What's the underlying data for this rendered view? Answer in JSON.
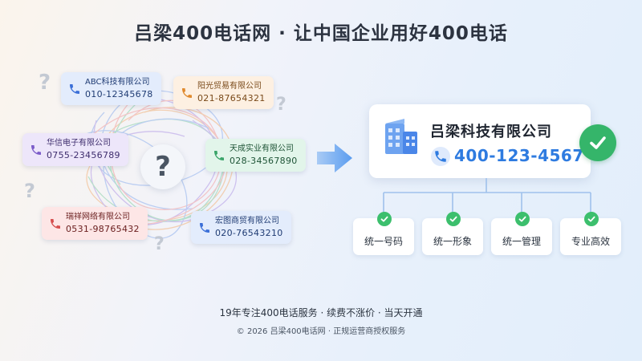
{
  "title": "吕梁400电话网 · 让中国企业用好400电话",
  "question_mark": "?",
  "cards": [
    {
      "name": "ABC科技有限公司",
      "phone": "010-12345678",
      "bg": "#e3ecfc",
      "text": "#1f3b73",
      "icon": "#3b6fd8"
    },
    {
      "name": "阳光贸易有限公司",
      "phone": "021-87654321",
      "bg": "#fdf0e2",
      "text": "#7a4a1a",
      "icon": "#e08a2e"
    },
    {
      "name": "华信电子有限公司",
      "phone": "0755-23456789",
      "bg": "#ede6fa",
      "text": "#3f2e6e",
      "icon": "#7b5cc9"
    },
    {
      "name": "天成实业有限公司",
      "phone": "028-34567890",
      "bg": "#e2f5ea",
      "text": "#1e5436",
      "icon": "#3ba56a"
    },
    {
      "name": "瑞祥网络有限公司",
      "phone": "0531-98765432",
      "bg": "#fde6e6",
      "text": "#6b2020",
      "icon": "#d64e4e"
    },
    {
      "name": "宏图商贸有限公司",
      "phone": "020-76543210",
      "bg": "#e3ecfc",
      "text": "#1f3b73",
      "icon": "#3b6fd8"
    }
  ],
  "result": {
    "company": "吕梁科技有限公司",
    "phone": "400-123-4567",
    "accent": "#2e7be0",
    "check_color": "#35b56a"
  },
  "features": [
    "统一号码",
    "统一形象",
    "统一管理",
    "专业高效"
  ],
  "footer": {
    "line1": "19年专注400电话服务 · 续费不涨价 · 当天开通",
    "line2": "© 2026 吕梁400电话网 · 正规运营商授权服务"
  }
}
